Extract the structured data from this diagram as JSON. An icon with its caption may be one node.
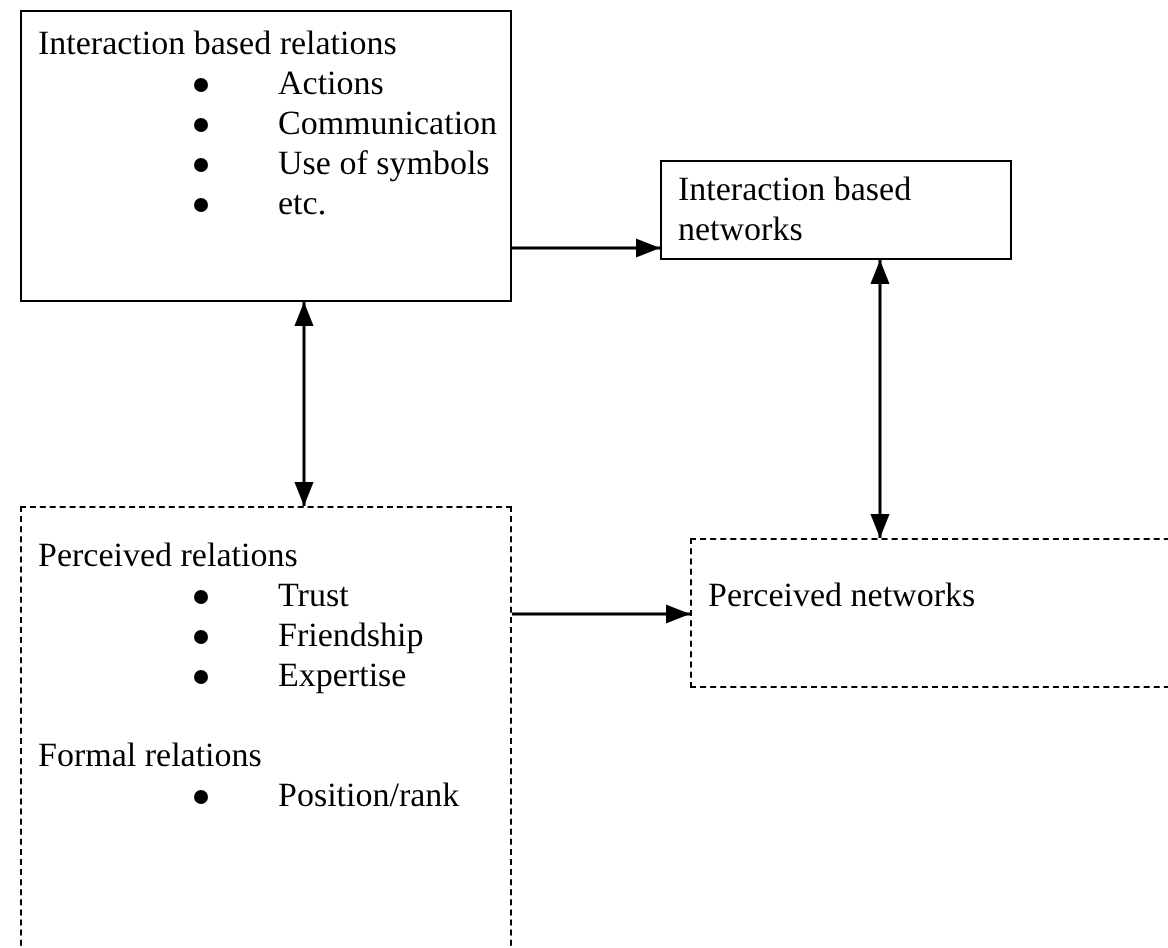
{
  "diagram": {
    "nodes": [
      {
        "text": [
          "Interaction based relations",
          "Actions",
          "Communication",
          "Use of symbols",
          "etc."
        ]
      },
      {
        "text": [
          "Interaction based networks"
        ]
      },
      {
        "text": [
          "Perceived relations",
          "Trust",
          "Friendship",
          "Expertise",
          "Formal relations",
          "Position/rank"
        ]
      },
      {
        "text": [
          "Perceived networks"
        ]
      }
    ],
    "edges": [
      {
        "from": 0,
        "to": 1,
        "arrow": "to"
      },
      {
        "from": 0,
        "to": 2,
        "arrow": "both"
      },
      {
        "from": 2,
        "to": 3,
        "arrow": "to"
      },
      {
        "from": 1,
        "to": 3,
        "arrow": "both"
      }
    ]
  }
}
